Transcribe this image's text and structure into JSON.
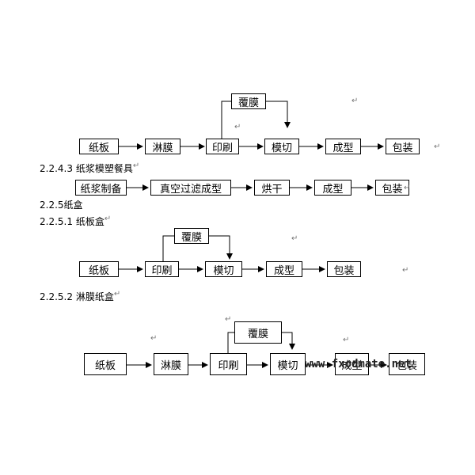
{
  "flow_1": {
    "boxes": [
      "纸板",
      "淋膜",
      "印刷",
      "模切",
      "成型",
      "包装"
    ],
    "coating": "覆膜"
  },
  "section_2243": {
    "number": "2.2.4.3",
    "title": "纸浆模塑餐具"
  },
  "flow_2": {
    "boxes": [
      "纸浆制备",
      "真空过滤成型",
      "烘干",
      "成型",
      "包装"
    ]
  },
  "section_225": {
    "number": "2.2.5",
    "title": "纸盒"
  },
  "section_2251": {
    "number": "2.2.5.1",
    "title": "纸板盒"
  },
  "flow_3": {
    "boxes": [
      "纸板",
      "印刷",
      "模切",
      "成型",
      "包装"
    ],
    "coating": "覆膜"
  },
  "section_2252": {
    "number": "2.2.5.2",
    "title": "淋膜纸盒"
  },
  "flow_4": {
    "boxes": [
      "纸板",
      "淋膜",
      "印刷",
      "模切",
      "成型",
      "包装"
    ],
    "coating": "覆膜"
  },
  "paragraph_mark": "↵",
  "watermark": "www.fxodmate.net"
}
